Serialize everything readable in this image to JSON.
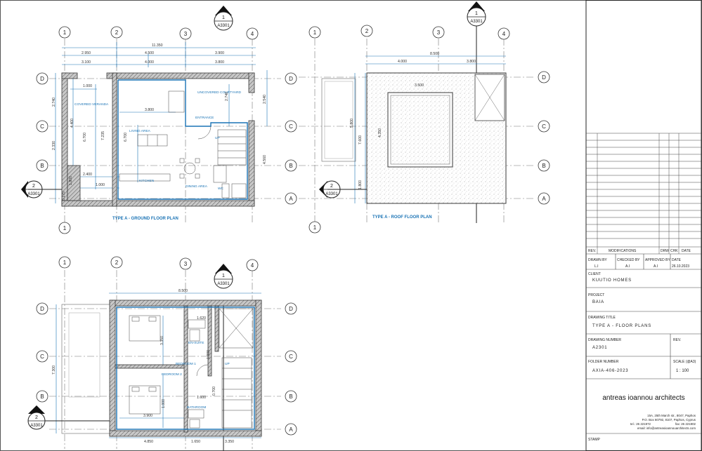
{
  "grids": {
    "numbers": [
      "1",
      "2",
      "3",
      "4"
    ],
    "letters": [
      "A",
      "B",
      "C",
      "D"
    ]
  },
  "section": {
    "number": "1",
    "sheet": "A3301",
    "number_b": "2"
  },
  "ground": {
    "title": "TYPE A - GROUND FLOOR PLAN",
    "overall": "11.350",
    "dims_row1": [
      "2.950",
      "4.500",
      "3.900"
    ],
    "dims_row2": [
      "3.100",
      "4.000",
      "3.800"
    ],
    "left_dims": [
      "2.740",
      "2.330",
      "1.800"
    ],
    "right_dim": "2.540",
    "inner_dims": [
      "1.000",
      "3.800",
      "4.400",
      "6.700",
      "7.235",
      "6.700",
      "2.400",
      "1.000",
      "2.740",
      "4.560",
      "0.175"
    ],
    "rooms": [
      "COVERED VERANDA",
      "UNCOVERED COURTYARD",
      "ENTRANCE",
      "LIVING AREA",
      "KITCHEN",
      "DINING AREA",
      "UP",
      "WC"
    ]
  },
  "roof": {
    "title": "TYPE A - ROOF FLOOR PLAN",
    "overall": "8.500",
    "dims_row": [
      "4.000",
      "3.800"
    ],
    "inner_dims": [
      "3.500",
      "4.350",
      "7.600",
      "5.800",
      "1.800"
    ]
  },
  "first": {
    "overall": "8.500",
    "left_dim": "7.300",
    "bottom_dims": [
      "4.850",
      "1.650",
      "3.350"
    ],
    "inner_dims": [
      "3.350",
      "1.620",
      "1.000",
      "0.700",
      "1.600",
      "3.900",
      "1.000"
    ],
    "rooms": [
      "EN-SUITE",
      "BEDROOM 1",
      "BEDROOM 2",
      "BATHROOM",
      "UP"
    ]
  },
  "titleblock": {
    "rev_headers": [
      "REV.",
      "MODIFICATIONS",
      "DRW",
      "CHK",
      "DATE"
    ],
    "drawn_by_label": "DRAWN BY",
    "drawn_by": "L.I",
    "checked_by_label": "CHECKED BY",
    "checked_by": "A.I",
    "approved_by_label": "APPROVED BY",
    "approved_by": "A.I",
    "date_label": "DATE",
    "date": "26.10.2023",
    "client_label": "CLIENT",
    "client": "KUUTIO HOMES",
    "project_label": "PROJECT",
    "project": "BAIA",
    "drawing_title_label": "DRAWING TITLE",
    "drawing_title": "TYPE A - FLOOR PLANS",
    "drawing_number_label": "DRAWING NUMBER",
    "drawing_number": "A2301",
    "rev_label": "REV.",
    "folder_number_label": "FOLDER NUMBER",
    "folder_number": "AXIA-406-2023",
    "scale_label": "SCALE (@A3)",
    "scale": "1 : 100",
    "firm": "antreas ioannou architects",
    "address1": "15A, 25th March str., 8047, Paphos",
    "address2": "P.O. Box 60792, 8107, Paphos, Cyprus",
    "tel": "tel.: 26 221972",
    "fax": "fax: 26 221902",
    "email": "email: info@antreasioannouarchitects.com",
    "stamp_label": "STAMP"
  },
  "colors": {
    "wall": "#3a3a3a",
    "blue": "#1a73b5",
    "grid_line": "#3a3a3a",
    "hatch": "#d9d9d9"
  }
}
